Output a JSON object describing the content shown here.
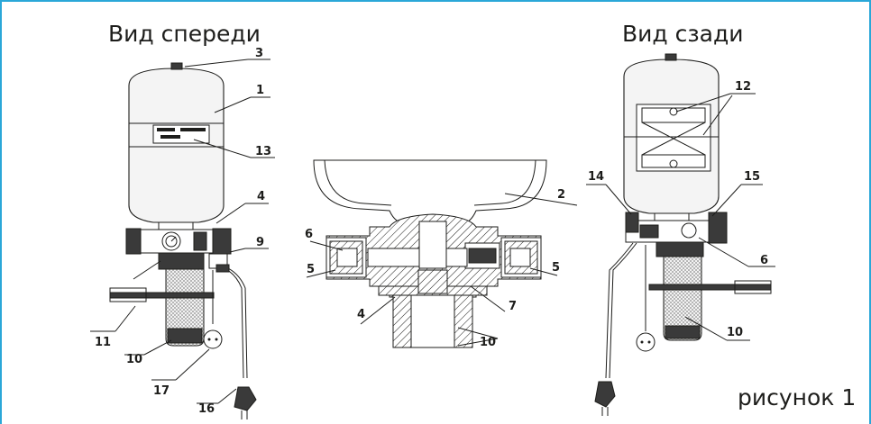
{
  "titles": {
    "front": "Вид спереди",
    "back": "Вид сзади",
    "caption": "рисунок 1"
  },
  "callouts": {
    "c1": "1",
    "c2": "2",
    "c3": "3",
    "c4a": "4",
    "c4b": "4",
    "c5a": "5",
    "c5b": "5",
    "c6a": "6",
    "c6b": "6",
    "c7": "7",
    "c9": "9",
    "c10a": "10",
    "c10b": "10",
    "c10c": "10",
    "c11": "11",
    "c12": "12",
    "c13": "13",
    "c14": "14",
    "c15": "15",
    "c16": "16",
    "c17": "17"
  },
  "colors": {
    "frame": "#2aa7d8",
    "ink": "#1d1d1b"
  }
}
